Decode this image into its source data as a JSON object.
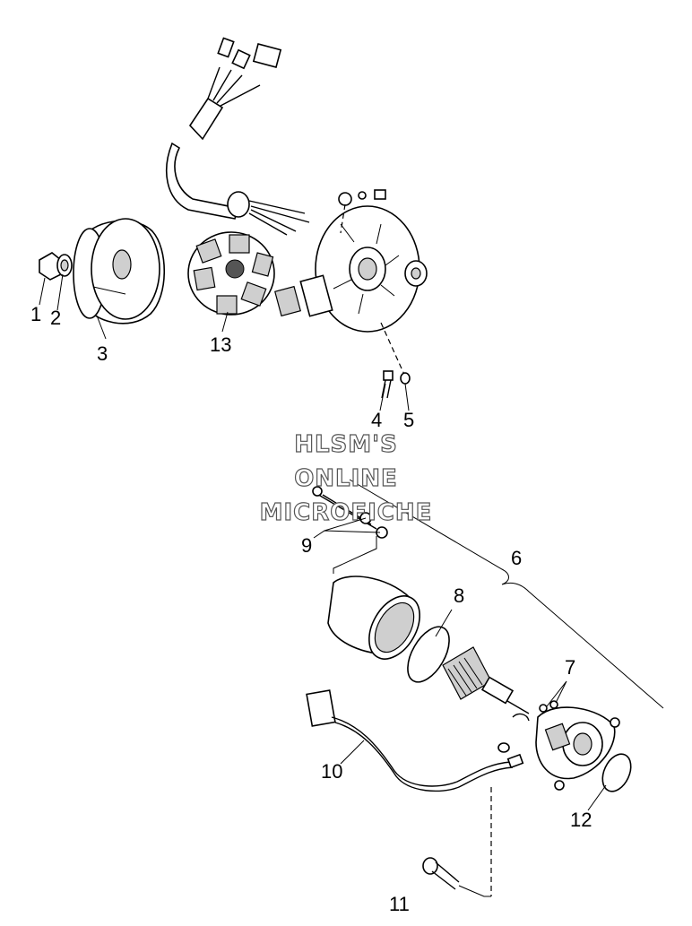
{
  "diagram": {
    "callouts": {
      "c1": "1",
      "c2": "2",
      "c3": "3",
      "c4": "4",
      "c5": "5",
      "c6": "6",
      "c7": "7",
      "c8": "8",
      "c9": "9",
      "c10": "10",
      "c11": "11",
      "c12": "12",
      "c13": "13"
    },
    "watermark": {
      "line1": "HLSM'S",
      "line2": "ONLINE",
      "line3": "MICROFICHE"
    }
  }
}
